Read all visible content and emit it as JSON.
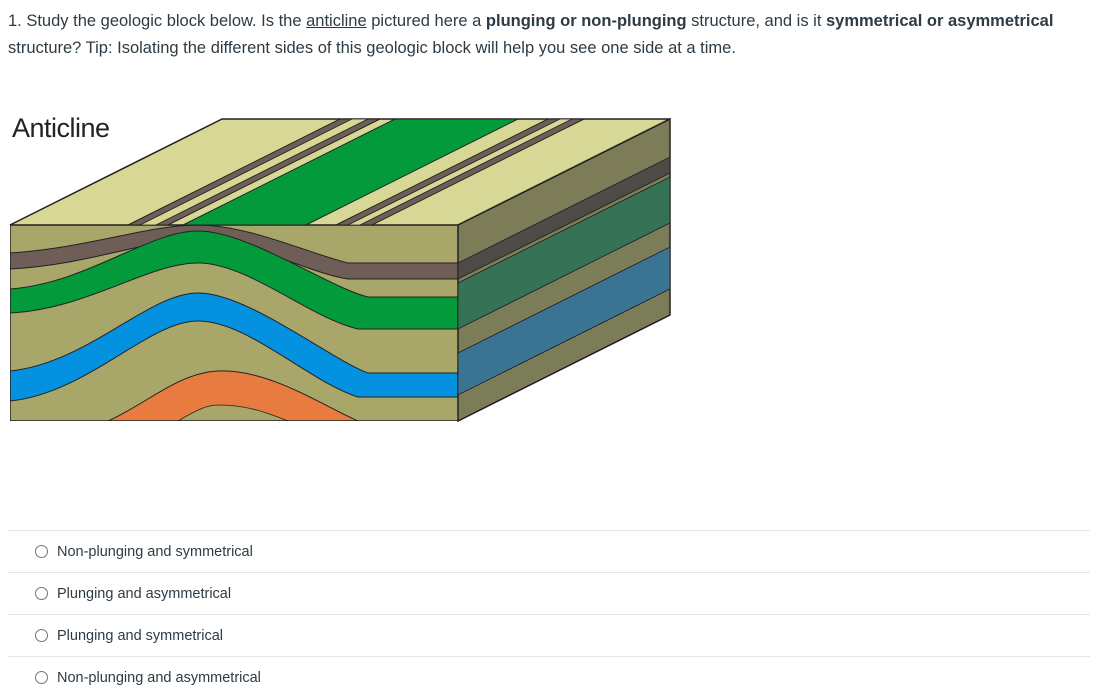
{
  "question": {
    "prefix": "1. Study the geologic block below. Is the ",
    "link_text": "anticline",
    "part2": " pictured here a ",
    "bold1": "plunging or non-plunging",
    "part3": " structure, and is it ",
    "bold2": "symmetrical or asymmetrical",
    "part4": " structure? Tip: Isolating the different sides of this geologic block will help you see one side at a time."
  },
  "figure": {
    "label": "Anticline"
  },
  "answers": [
    {
      "label": "Non-plunging and symmetrical"
    },
    {
      "label": "Plunging and asymmetrical"
    },
    {
      "label": "Plunging and symmetrical"
    },
    {
      "label": "Non-plunging and asymmetrical"
    }
  ],
  "colors": {
    "tan_layer": "#a9a66a",
    "top_tan": "#d7d796",
    "brown_layer": "#6e5e57",
    "green_layer": "#029a3b",
    "blue_layer": "#0391e0",
    "orange_layer": "#e87b3f",
    "side_face": "#7c7d58"
  }
}
